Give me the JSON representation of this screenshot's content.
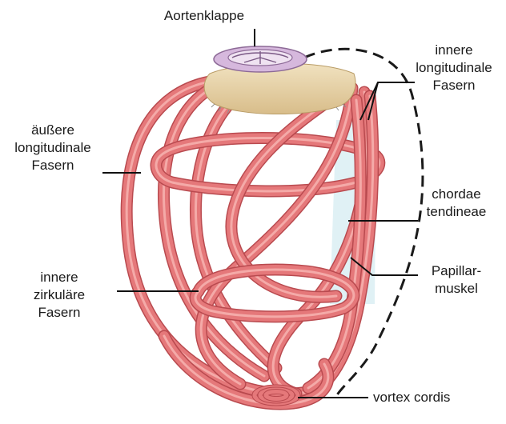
{
  "labels": {
    "aortic_valve": "Aortenklappe",
    "outer_longitudinal": [
      "äußere",
      "longitudinale",
      "Fasern"
    ],
    "inner_longitudinal": [
      "innere",
      "longitudinale",
      "Fasern"
    ],
    "chordae": [
      "chordae",
      "tendineae"
    ],
    "papillary": [
      "Papillar-",
      "muskel"
    ],
    "inner_circular": [
      "innere",
      "zirkuläre",
      "Fasern"
    ],
    "vortex": "vortex cordis"
  },
  "colors": {
    "muscle": "#e5787a",
    "muscle_dark": "#b94a4f",
    "muscle_light": "#f4aaa8",
    "annulus": "#e9d3a6",
    "valve": "#d6b8dd",
    "chordae_fill": "#dbeef3",
    "leader": "#111111"
  }
}
